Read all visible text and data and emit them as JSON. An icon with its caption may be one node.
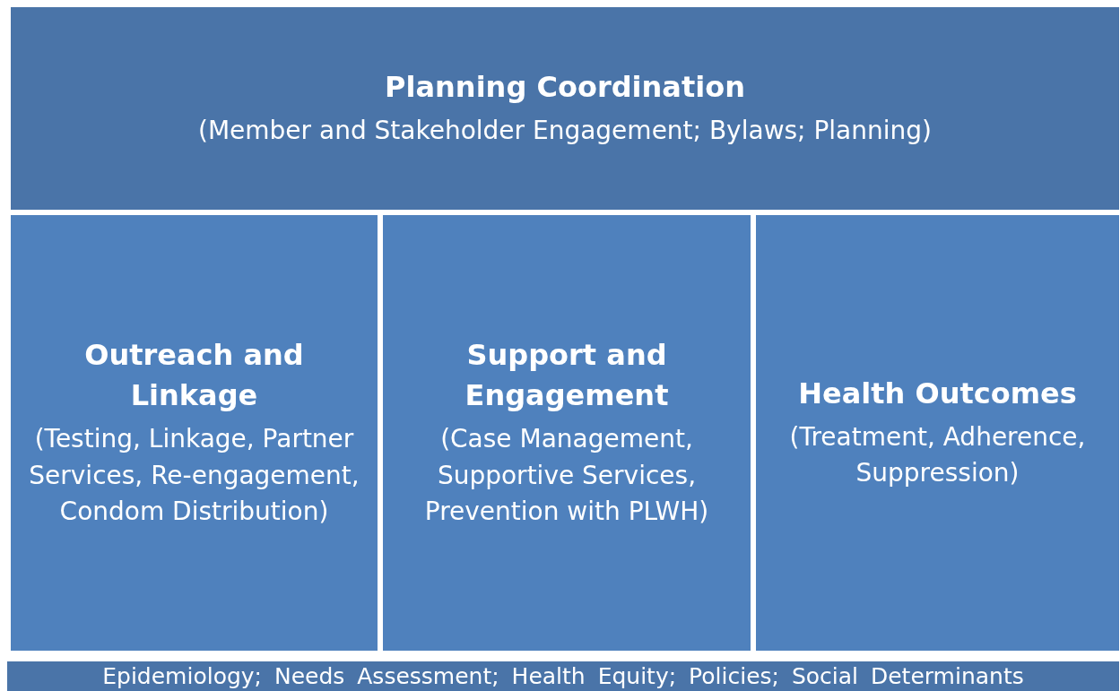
{
  "diagram": {
    "nodes": [
      {
        "text": [
          "Planning Coordination",
          "(Member and Stakeholder Engagement; Bylaws; Planning)"
        ]
      },
      {
        "text": [
          "Outreach and Linkage",
          "(Testing, Linkage, Partner Services, Re-engagement, Condom Distribution)"
        ]
      },
      {
        "text": [
          "Support and Engagement",
          "(Case Management, Supportive Services, Prevention with PLWH)"
        ]
      },
      {
        "text": [
          "Health Outcomes",
          "(Treatment, Adherence, Suppression)"
        ]
      },
      {
        "text": [
          "Epidemiology; Needs Assessment; Health Equity; Policies; Social Determinants"
        ]
      }
    ]
  }
}
